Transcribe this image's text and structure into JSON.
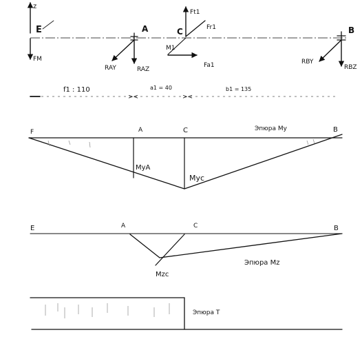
{
  "shaft": {
    "axis_z": "z",
    "point_e": "E",
    "point_a": "A",
    "point_c": "C",
    "point_b": "B",
    "force_ft1": "Ft1",
    "force_fr1": "Fr1",
    "force_fa1": "Fa1",
    "moment_m1": "M1",
    "force_fm": "FM",
    "reaction_ray": "RAY",
    "reaction_raz": "RAZ",
    "reaction_rby": "RBY",
    "reaction_rbz": "RBZ"
  },
  "dimensions": {
    "f1": "f1 : 110",
    "a1": "a1 = 40",
    "b1": "b1 = 135"
  },
  "diagram_my": {
    "label_f": "F",
    "label_a": "A",
    "label_c": "C",
    "label_b": "B",
    "title": "Эпюра My",
    "my_a": "MyA",
    "my_c": "Myc"
  },
  "diagram_mz": {
    "label_e": "E",
    "label_a": "A",
    "label_c": "C",
    "label_b": "B",
    "title": "Эпюра Mz",
    "mz_c": "Mzc"
  },
  "diagram_t": {
    "title": "Эпюра T"
  }
}
